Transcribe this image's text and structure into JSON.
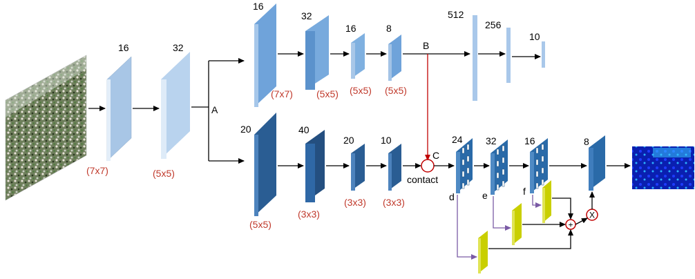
{
  "stem": {
    "channels": [
      "16",
      "32"
    ],
    "kernels": [
      "(7x7)",
      "(5x5)"
    ],
    "branch_label": "A"
  },
  "top_branch": {
    "channels": [
      "16",
      "32",
      "16",
      "8"
    ],
    "kernels": [
      "(7x7)",
      "(5x5)",
      "(5x5)",
      "(5x5)"
    ],
    "branch_label": "B",
    "fc_sizes": [
      "512",
      "256",
      "10"
    ]
  },
  "bottom_branch": {
    "channels": [
      "20",
      "40",
      "20",
      "10"
    ],
    "kernels": [
      "(5x5)",
      "(3x3)",
      "(3x3)",
      "(3x3)"
    ],
    "concat_label": "C",
    "concat_text": "contact"
  },
  "fusion": {
    "channels": [
      "24",
      "32",
      "16",
      "8"
    ],
    "taps": [
      "d",
      "e",
      "f"
    ],
    "sum_symbol": "+",
    "mult_symbol": "X"
  },
  "colors": {
    "arrow": "#000000",
    "red_arrow": "#c00000",
    "purple_arrow": "#7a5aa5",
    "kernel_text": "#c0392b",
    "light_layer": "#c7dcf0",
    "mid_layer": "#6fa3da",
    "dark_layer": "#2c5f93",
    "yellow_layer": "#c9cf00"
  }
}
